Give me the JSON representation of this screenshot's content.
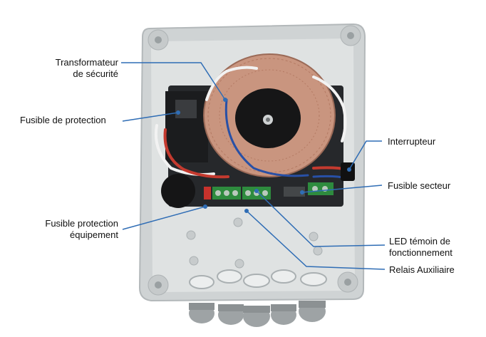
{
  "colors": {
    "leader": "#2f6db5",
    "leader_dot": "#2f6db5",
    "enclosure": "#d9dcdc",
    "enclosure_shadow": "#b8bcbd",
    "board": "#1e1f22",
    "toroid_copper": "#c58d78",
    "toroid_core": "#1a1a1a",
    "terminal_green": "#2e8b3e",
    "terminal_red": "#c8322c"
  },
  "labels": {
    "transformateur": [
      "Transformateur",
      "de sécurité"
    ],
    "fusible_protection": "Fusible de protection",
    "fusible_equipement": [
      "Fusible protection",
      "équipement"
    ],
    "interrupteur": "Interrupteur",
    "fusible_secteur": "Fusible secteur",
    "led": [
      "LED témoin de",
      "fonctionnement"
    ],
    "relais": "Relais Auxiliaire"
  },
  "icons": {
    "device": "electrical-enclosure-photo"
  }
}
